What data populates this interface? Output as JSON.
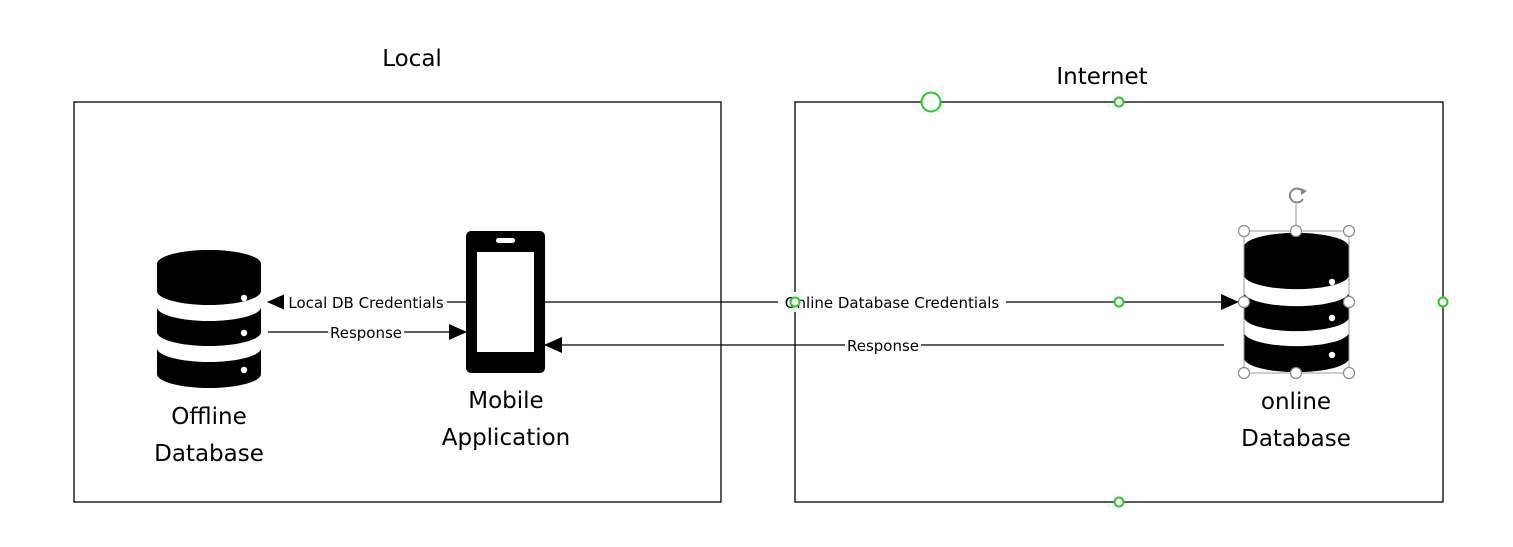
{
  "regions": {
    "local": {
      "title": "Local"
    },
    "internet": {
      "title": "Internet"
    }
  },
  "nodes": {
    "offline_db": {
      "line1": "Offline",
      "line2": "Database",
      "icon": "database-icon"
    },
    "mobile_app": {
      "line1": "Mobile",
      "line2": "Application",
      "icon": "smartphone-icon"
    },
    "online_db": {
      "line1": "online",
      "line2": "Database",
      "icon": "database-icon"
    }
  },
  "edges": {
    "local_credentials": {
      "label": "Local DB Credentials"
    },
    "local_response": {
      "label": "Response"
    },
    "online_credentials": {
      "label": "Online Database Credentials"
    },
    "online_response": {
      "label": "Response"
    }
  },
  "selection": {
    "handle_color": "#22cc22",
    "rotate_icon": "rotate-icon"
  }
}
